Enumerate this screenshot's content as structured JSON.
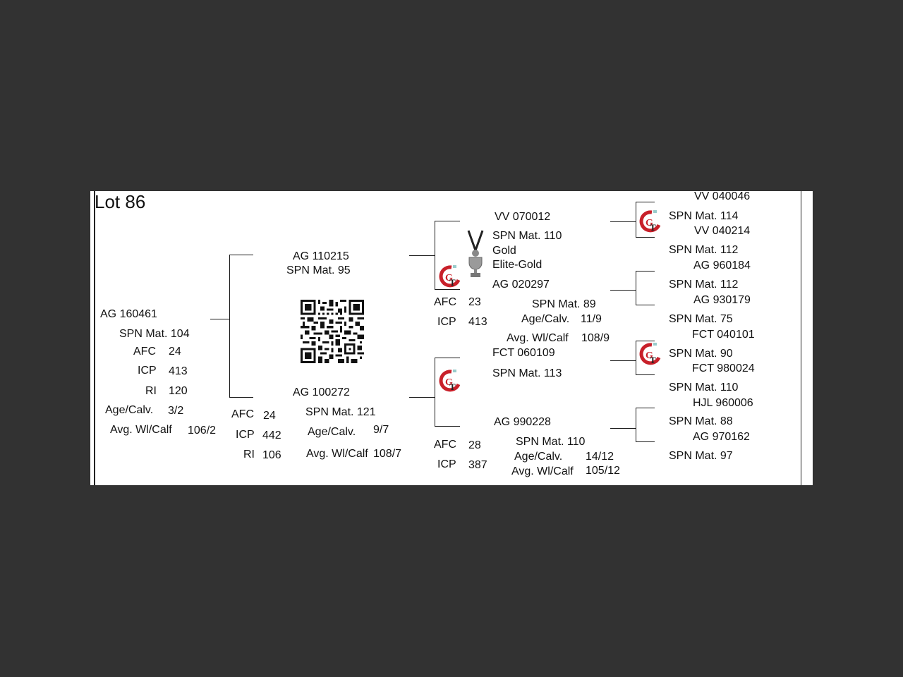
{
  "lot_title": "Lot 86",
  "subject": {
    "id": "AG  160461",
    "spn": "SPN Mat. 104",
    "afc_label": "AFC",
    "afc": "24",
    "icp_label": "ICP",
    "icp": "413",
    "ri_label": "RI",
    "ri": "120",
    "age_label": "Age/Calv.",
    "age": "3/2",
    "avg_label": "Avg. Wl/Calf",
    "avg": "106/2"
  },
  "sire": {
    "id": "AG  110215",
    "spn": "SPN Mat. 95"
  },
  "dam": {
    "id": "AG  100272",
    "spn": "SPN Mat. 121",
    "age_label": "Age/Calv.",
    "age": "9/7",
    "avg_label": "Avg. Wl/Calf",
    "avg": "108/7",
    "afc_label": "AFC",
    "afc": "24",
    "icp_label": "ICP",
    "icp": "442",
    "ri_label": "RI",
    "ri": "106"
  },
  "ss": {
    "id": "VV  070012",
    "spn": "SPN Mat. 110",
    "award1": "Gold",
    "award2": "Elite-Gold"
  },
  "sd": {
    "id": "AG  020297",
    "spn": "SPN Mat. 89",
    "age_label": "Age/Calv.",
    "age": "11/9",
    "avg_label": "Avg. Wl/Calf",
    "avg": "108/9",
    "afc_label": "AFC",
    "afc": "23",
    "icp_label": "ICP",
    "icp": "413"
  },
  "ds": {
    "id": "FCT 060109",
    "spn": "SPN Mat. 113"
  },
  "dd": {
    "id": "AG  990228",
    "spn": "SPN Mat. 110",
    "age_label": "Age/Calv.",
    "age": "14/12",
    "avg_label": "Avg. Wl/Calf",
    "avg": "105/12",
    "afc_label": "AFC",
    "afc": "28",
    "icp_label": "ICP",
    "icp": "387"
  },
  "ggp": [
    {
      "id": "VV  040046",
      "spn": "SPN Mat. 114"
    },
    {
      "id": "VV  040214",
      "spn": "SPN Mat. 112"
    },
    {
      "id": "AG  960184",
      "spn": "SPN Mat. 112"
    },
    {
      "id": "AG  930179",
      "spn": "SPN Mat. 75"
    },
    {
      "id": "FCT 040101",
      "spn": "SPN Mat. 90"
    },
    {
      "id": "FCT 980024",
      "spn": "SPN Mat. 110"
    },
    {
      "id": "HJL 960006",
      "spn": "SPN Mat. 88"
    },
    {
      "id": "AG  970162",
      "spn": "SPN Mat. 97"
    }
  ],
  "logo_text": "GT",
  "colors": {
    "logo_red": "#c8202a",
    "background": "#323232",
    "card": "#ffffff"
  }
}
